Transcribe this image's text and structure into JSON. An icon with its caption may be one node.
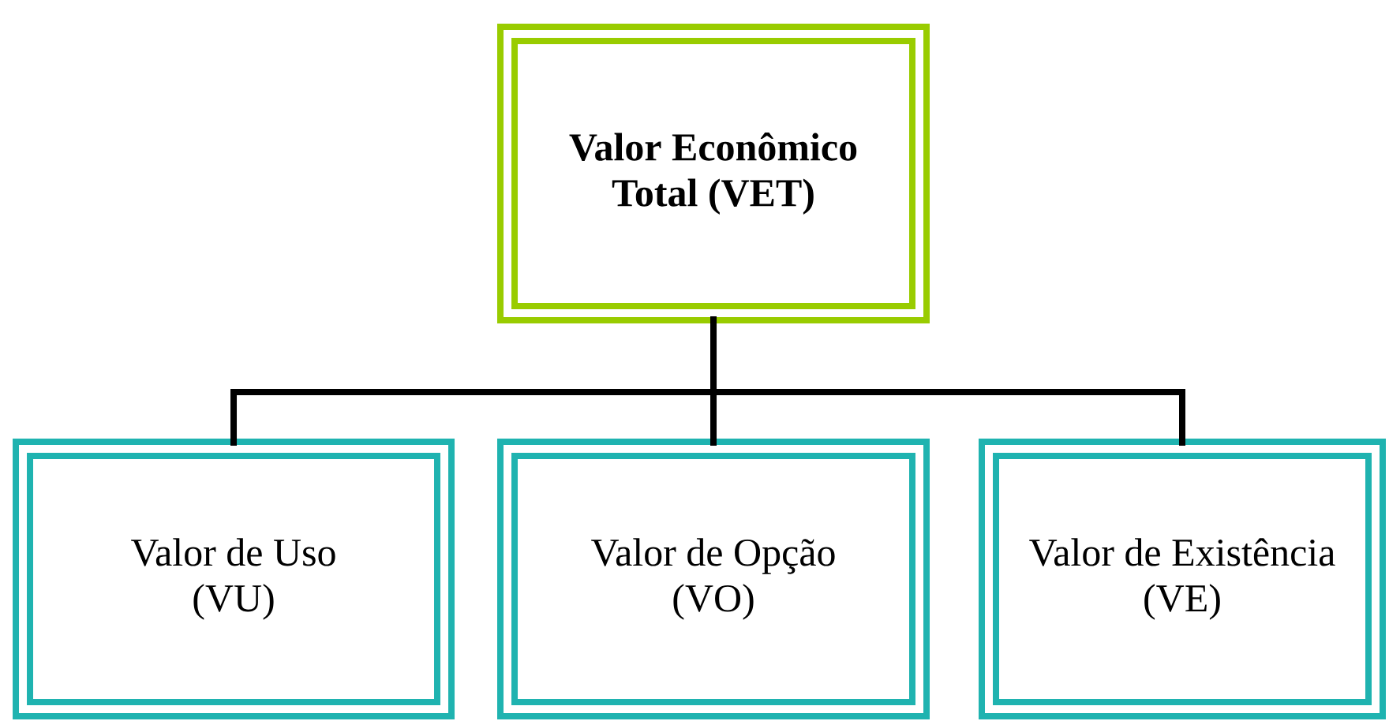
{
  "diagram": {
    "nodes": [
      {
        "text": [
          "Valor Econômico Total (VET)"
        ]
      },
      {
        "text": [
          "Valor de Uso (VU)"
        ]
      },
      {
        "text": [
          "Valor de Opção (VO)"
        ]
      },
      {
        "text": [
          "Valor de Existência (VE)"
        ]
      }
    ],
    "edges": [
      {
        "from": 0,
        "to": 1,
        "arrow": "none"
      },
      {
        "from": 0,
        "to": 2,
        "arrow": "none"
      },
      {
        "from": 0,
        "to": 3,
        "arrow": "none"
      }
    ]
  }
}
